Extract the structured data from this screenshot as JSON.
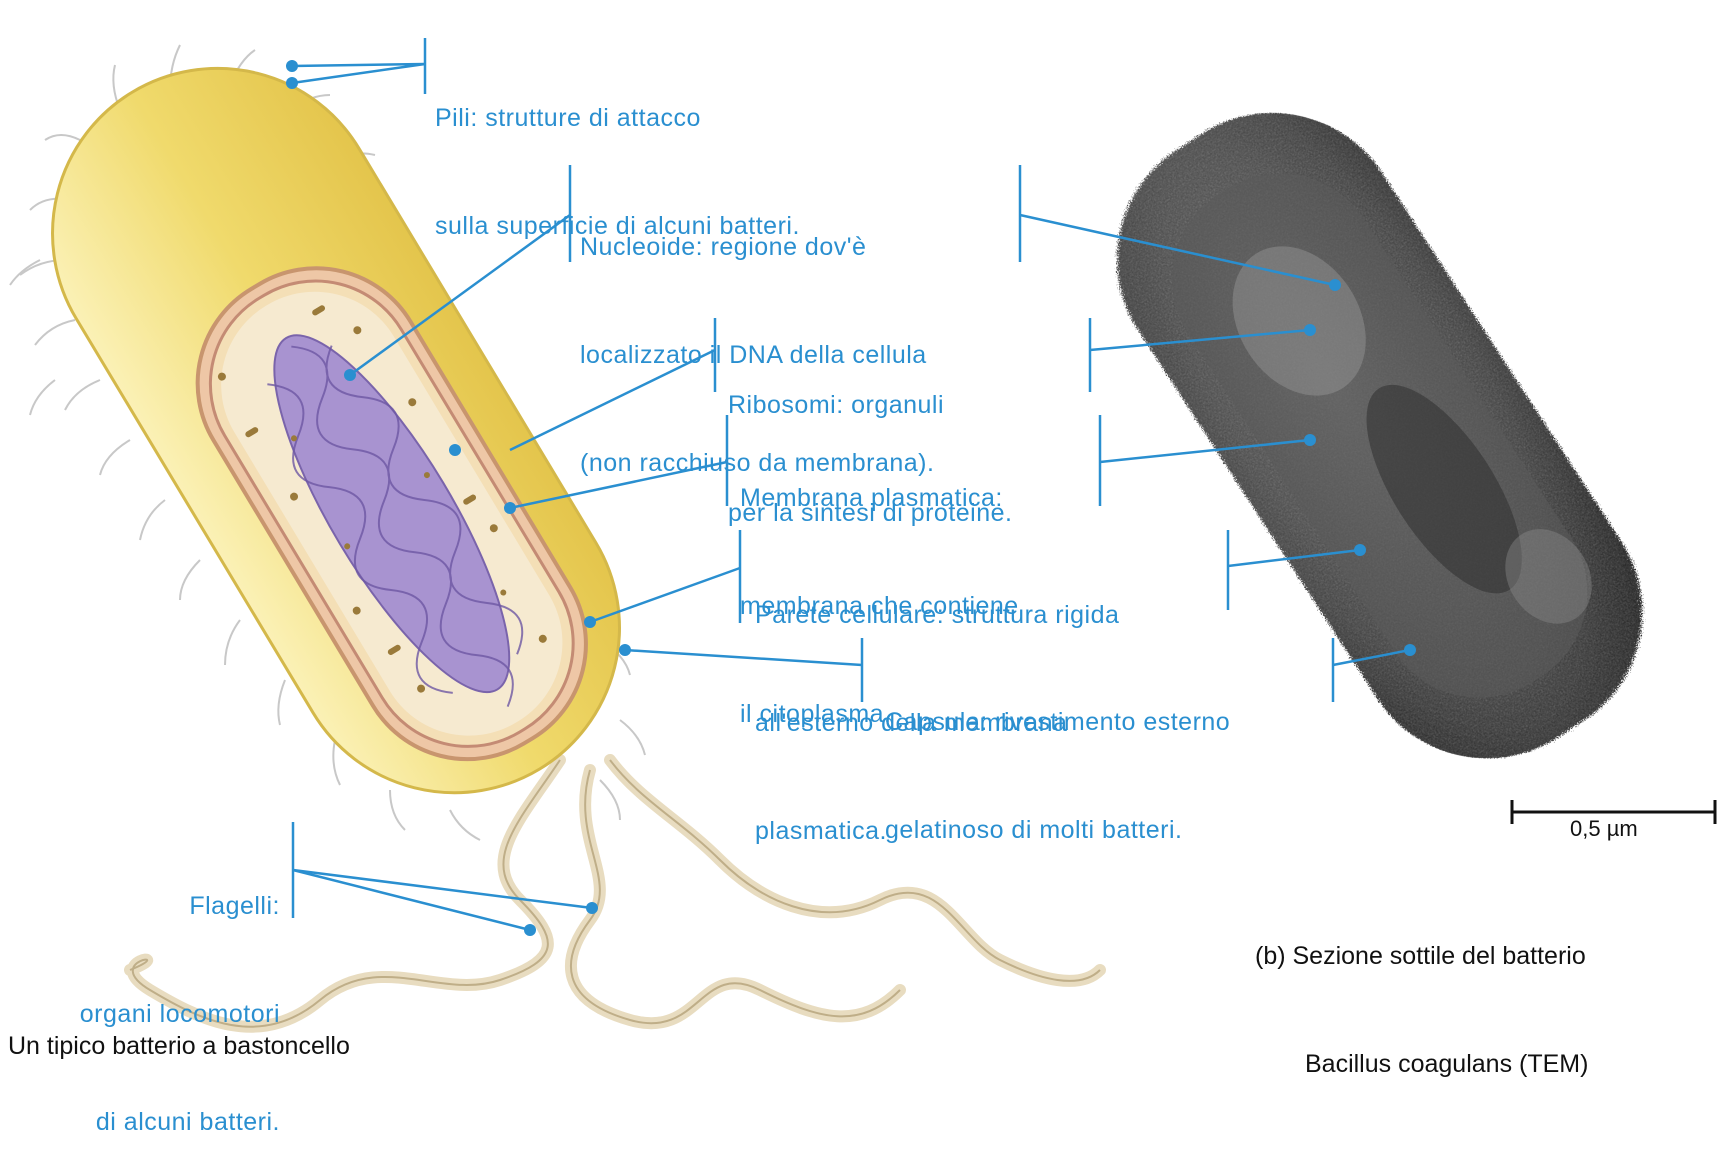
{
  "labels": {
    "pili": [
      "Pili: strutture di attacco",
      "sulla superficie di alcuni batteri."
    ],
    "nucleoid": [
      "Nucleoide: regione dov'è",
      "localizzato il DNA della cellula",
      "(non racchiuso da membrana)."
    ],
    "ribosomes": [
      "Ribosomi: organuli",
      "per la sintesi di proteine."
    ],
    "membrane": [
      "Membrana plasmatica:",
      "membrana che contiene",
      "il citoplasma."
    ],
    "wall": [
      "Parete cellulare: struttura rigida",
      "all'esterno della membrana",
      "plasmatica."
    ],
    "capsule": [
      "Capsula: rivestimento esterno",
      "gelatinoso di molti batteri."
    ],
    "flagella": [
      "Flagelli:",
      "organi locomotori",
      "di alcuni batteri."
    ]
  },
  "caption_left": "Un tipico batterio a bastoncello",
  "caption_right": [
    "(b) Sezione sottile del batterio",
    "Bacillus coagulans (TEM)"
  ],
  "scale_bar": "0,5 µm",
  "colors": {
    "callout": "#2a8fd0",
    "capsule": "#efd96a",
    "cytoplasm": "#f2e6bf",
    "nucleoid": "#9a86c6",
    "tem": "#3a3a3a"
  }
}
